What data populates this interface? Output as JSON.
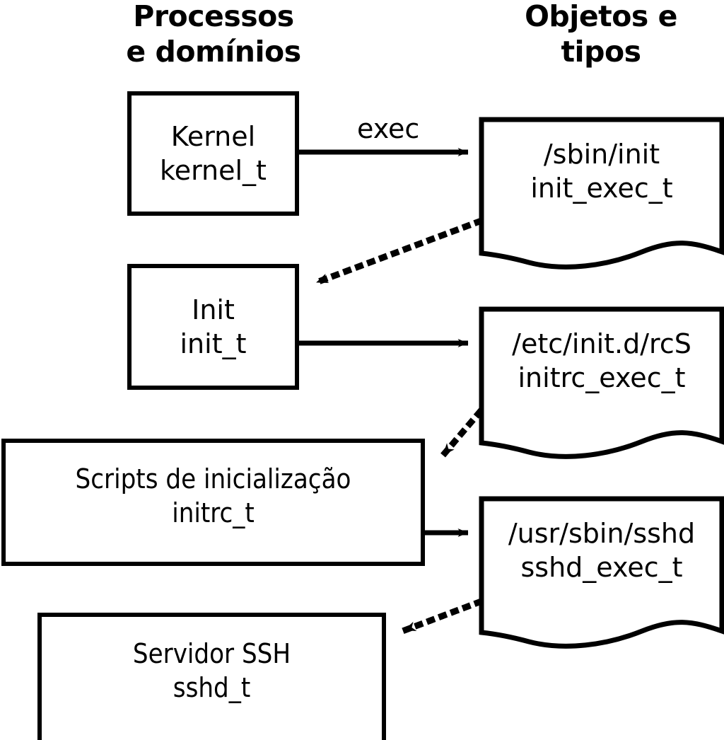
{
  "diagram": {
    "title_left": "Processos\ne domínios",
    "title_right": "Objetos e\ntipos",
    "colors": {
      "stroke": "#000000",
      "fill": "#ffffff",
      "text": "#000000"
    }
  },
  "processes": [
    {
      "id": "kernel",
      "line1": "Kernel",
      "line2": "kernel_t"
    },
    {
      "id": "init",
      "line1": "Init",
      "line2": "init_t"
    },
    {
      "id": "initrc",
      "line1": "Scripts de inicialização",
      "line2": "initrc_t"
    },
    {
      "id": "sshd",
      "line1": "Servidor SSH",
      "line2": "sshd_t"
    }
  ],
  "objects": [
    {
      "id": "init_exec",
      "line1": "/sbin/init",
      "line2": "init_exec_t"
    },
    {
      "id": "initrc_exec",
      "line1": "/etc/init.d/rcS",
      "line2": "initrc_exec_t"
    },
    {
      "id": "sshd_exec",
      "line1": "/usr/sbin/sshd",
      "line2": "sshd_exec_t"
    }
  ],
  "edges": [
    {
      "id": "kernel-exec-init",
      "from": "kernel",
      "to": "init_exec",
      "label": "exec",
      "style": "solid"
    },
    {
      "id": "init_exec-to-init",
      "from": "init_exec",
      "to": "init",
      "label": "",
      "style": "dotted"
    },
    {
      "id": "init-exec-initrc",
      "from": "init",
      "to": "initrc_exec",
      "label": "",
      "style": "solid"
    },
    {
      "id": "initrc_exec-to-initrc",
      "from": "initrc_exec",
      "to": "initrc",
      "label": "",
      "style": "dotted"
    },
    {
      "id": "initrc-exec-sshd",
      "from": "initrc",
      "to": "sshd_exec",
      "label": "",
      "style": "solid"
    },
    {
      "id": "sshd_exec-to-sshd",
      "from": "sshd_exec",
      "to": "sshd",
      "label": "",
      "style": "dotted"
    }
  ]
}
